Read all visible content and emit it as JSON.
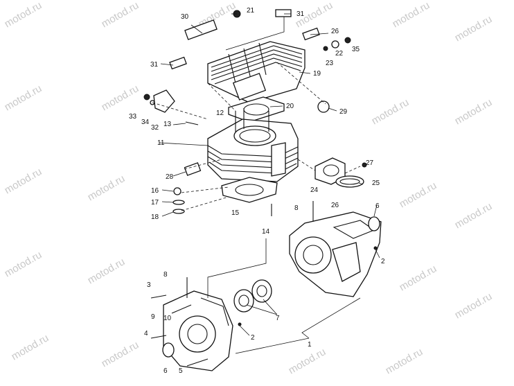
{
  "watermark": "motod.ru",
  "callouts": {
    "c1": "1",
    "c2a": "2",
    "c2b": "2",
    "c3": "3",
    "c4": "4",
    "c5": "5",
    "c6a": "6",
    "c6b": "6",
    "c7a": "7",
    "c8a": "8",
    "c8b": "8",
    "c9": "9",
    "c10": "10",
    "c11": "11",
    "c12": "12",
    "c13": "13",
    "c14": "14",
    "c15": "15",
    "c16": "16",
    "c17": "17",
    "c18": "18",
    "c19": "19",
    "c20": "20",
    "c21": "21",
    "c22": "22",
    "c23": "23",
    "c24": "24",
    "c25": "25",
    "c26a": "26",
    "c26b": "26",
    "c27": "27",
    "c28a": "28",
    "c29": "29",
    "c30": "30",
    "c31a": "31",
    "c31b": "31",
    "c32": "32",
    "c33": "33",
    "c34": "34",
    "c35": "35"
  }
}
